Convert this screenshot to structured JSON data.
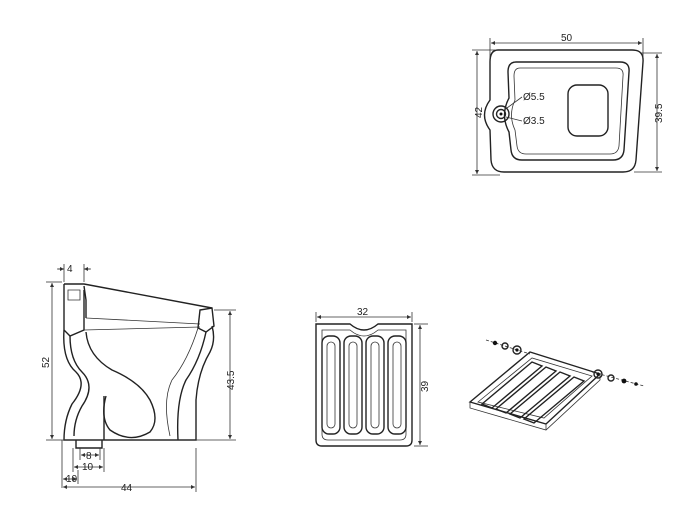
{
  "top_view": {
    "width": "50",
    "depth": "42",
    "inner_depth": "39.5",
    "hole_outer": "Ø5.5",
    "hole_inner": "Ø3.5"
  },
  "side_view": {
    "top_offset": "4",
    "height": "52",
    "seat_height": "43.5",
    "outlet_width": "8",
    "outlet_outer": "10",
    "base_offset": "10",
    "overall_length": "44"
  },
  "seat_frame": {
    "width": "32",
    "length": "39"
  }
}
